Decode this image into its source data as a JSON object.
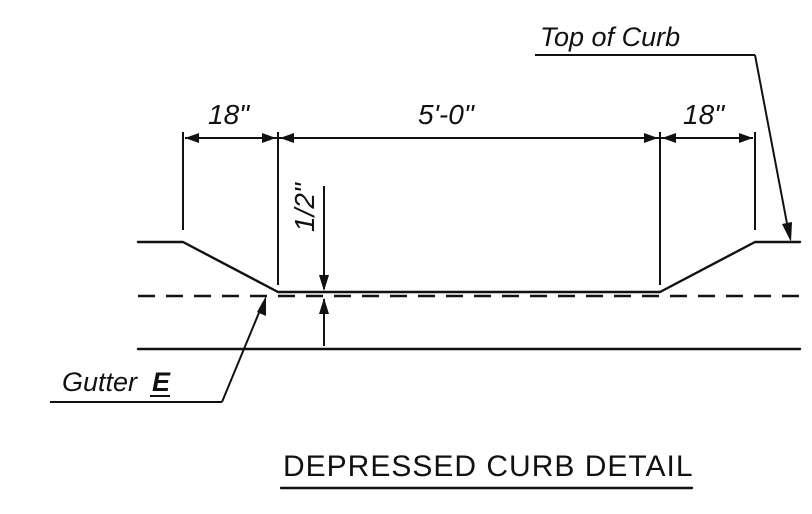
{
  "labels": {
    "top_of_curb": "Top of Curb",
    "left_taper_width": "18\"",
    "opening_width": "5'-0\"",
    "right_taper_width": "18\"",
    "depression": "1/2\"",
    "gutter_line": "Gutter",
    "gutter_symbol": "E"
  },
  "title": "DEPRESSED CURB DETAIL",
  "colors": {
    "ink": "#111111",
    "background": "#ffffff"
  }
}
